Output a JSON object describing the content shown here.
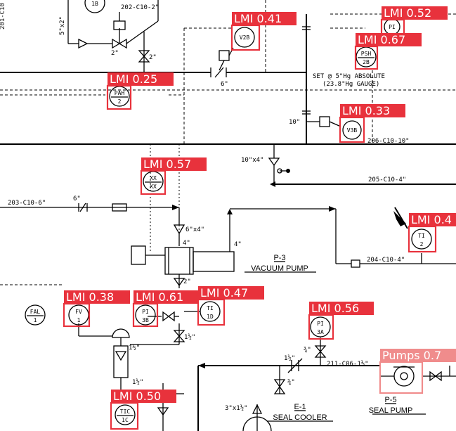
{
  "line_labels": {
    "l202_2": "202-C10-2\"",
    "l201": "201-C10",
    "size_5x2": "5\"x2\"",
    "size_2a": "2\"",
    "size_2b": "2\"",
    "size_6a": "6\"",
    "set_note_1": "SET @ 5\"Hg ABSOLUTE",
    "set_note_2": "(23.8\"Hg GAUGE)",
    "size_10": "10\"",
    "l206": "206-C10-10\"",
    "size_10x4": "10\"x4\"",
    "l205": "205-C10-4\"",
    "l203": "203-C10-6\"",
    "size_6b": "6\"",
    "size_6x4": "6\"x4\"",
    "size_4a": "4\"",
    "size_4b": "4\"",
    "l204": "204-C10-4\"",
    "size_2c": "2\"",
    "size_1half_a": "1½\"",
    "size_1half_b": "1½\"",
    "size_1half_c": "1½\"",
    "size_1half_d": "1½\"",
    "size_3q_a": "¾\"",
    "size_3q_b": "¾\"",
    "l211": "211-C06-1½\"",
    "size_3x1half": "3\"x1½\""
  },
  "equipment": {
    "p3_tag": "P-3",
    "p3_name": "VACUUM PUMP",
    "p5_tag": "P-5",
    "p5_name": "SEAL PUMP",
    "e1_tag": "E-1",
    "e1_name": "SEAL COOLER"
  },
  "instruments": {
    "i1b": {
      "l1": "",
      "l2": "1B"
    },
    "v2b": {
      "l1": "V2B",
      "l2": ""
    },
    "pi_top": {
      "l1": "PI",
      "l2": ""
    },
    "psh2b": {
      "l1": "PSH",
      "l2": "2B"
    },
    "pah2": {
      "l1": "PAH",
      "l2": "2"
    },
    "v3b": {
      "l1": "V3B",
      "l2": ""
    },
    "xx": {
      "l1": "XX",
      "l2": "XX"
    },
    "ti2": {
      "l1": "TI",
      "l2": "2"
    },
    "fal1": {
      "l1": "FAL",
      "l2": "1"
    },
    "fv1": {
      "l1": "FV",
      "l2": "1"
    },
    "pi3b": {
      "l1": "PI",
      "l2": "3B"
    },
    "ti1d": {
      "l1": "TI",
      "l2": "1D"
    },
    "pi3a": {
      "l1": "PI",
      "l2": "3A"
    },
    "tic1c": {
      "l1": "TIC",
      "l2": "1C"
    }
  },
  "detections": [
    {
      "label": "LMI 0.41"
    },
    {
      "label": "LMI 0.52"
    },
    {
      "label": "LMI 0.67"
    },
    {
      "label": "LMI 0.25"
    },
    {
      "label": "LMI 0.33"
    },
    {
      "label": "LMI 0.57"
    },
    {
      "label": "LMI 0.4"
    },
    {
      "label": "LMI 0.38"
    },
    {
      "label": "LMI 0.61"
    },
    {
      "label": "LMI 0.47"
    },
    {
      "label": "LMI 0.56"
    },
    {
      "label": "Pumps 0.7"
    },
    {
      "label": "LMI 0.50"
    }
  ]
}
